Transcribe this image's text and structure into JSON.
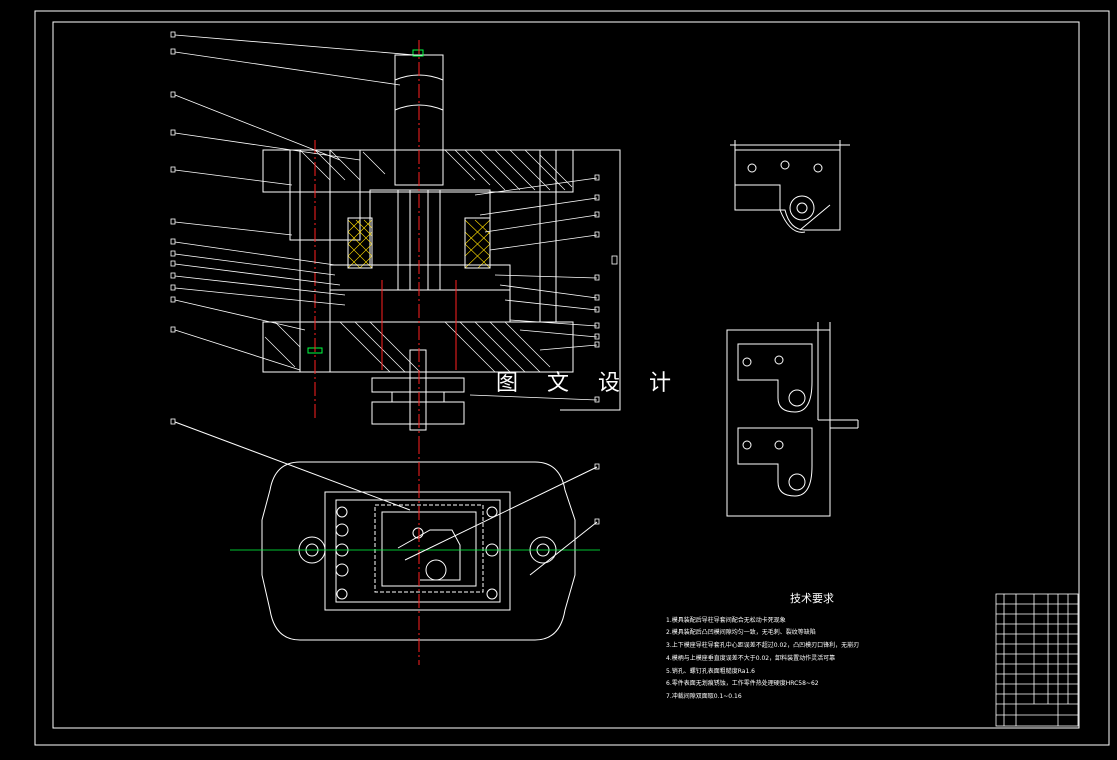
{
  "watermark": "图 文 设 计",
  "tech_requirements": {
    "title": "技术要求",
    "lines": [
      "1.模具装配后导柱导套间配合无松动卡死现象",
      "2.模具装配后凸凹模间隙均匀一致，无毛刺、裂纹等缺陷",
      "3.上下模座导柱导套孔中心距误差不超过0.02，凸凹模刃口锋利，无崩刃",
      "4.模柄与上模座垂直度误差不大于0.02，卸料装置动作灵活可靠",
      "5.销孔、螺钉孔表面粗糙度Ra1.6",
      "6.零件表面无划痕锈蚀，工作零件热处理硬度HRC58~62",
      "7.冲裁间隙双面取0.1~0.16"
    ]
  },
  "colors": {
    "background": "#000000",
    "line": "#ffffff",
    "centerline": "#ff2020",
    "accent": "#00ff40",
    "mesh": "#ffdd00"
  }
}
